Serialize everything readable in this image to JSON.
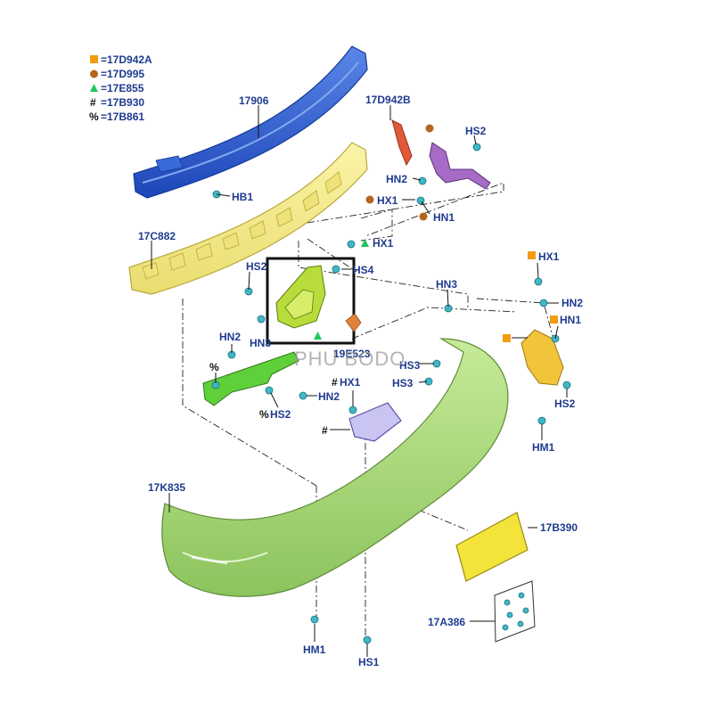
{
  "legend": [
    {
      "symbol": "square",
      "color": "#f39c12",
      "text": "=17D942A"
    },
    {
      "symbol": "circle",
      "color": "#b5651d",
      "text": "=17D995"
    },
    {
      "symbol": "triangle",
      "color": "#22c55e",
      "text": "=17E855"
    },
    {
      "symbol": "#",
      "color": "#111111",
      "text": "=17B930"
    },
    {
      "symbol": "%",
      "color": "#111111",
      "text": "=17B861"
    }
  ],
  "labels": {
    "reinforcement": "17906",
    "bracket_17d942b": "17D942B",
    "hs2_top": "HS2",
    "hb1": "HB1",
    "hn2_top": "HN2",
    "hx1_top": "HX1",
    "hn1_top": "HN1",
    "absorber": "17C882",
    "hx1_mid": "HX1",
    "hs2_mid": "HS2",
    "hs4": "HS4",
    "hn3_left": "HN3",
    "hn2_left": "HN2",
    "part_19e523": "19E523",
    "hn3_right": "HN3",
    "hs3_a": "HS3",
    "hs3_b": "HS3",
    "hx1_right": "HX1",
    "hn2_right": "HN2",
    "hn1_right": "HN1",
    "hs2_right": "HS2",
    "hm1_right": "HM1",
    "hx1_center": "HX1",
    "hn2_center": "HN2",
    "hs2_bottom": "HS2",
    "fascia": "17K835",
    "plate": "17B390",
    "fastener_kit": "17A386",
    "hm1_bottom": "HM1",
    "hs1": "HS1"
  },
  "symbols": {
    "pct_a": "%",
    "pct_b": "%",
    "hash_a": "#",
    "hash_b": "#"
  },
  "watermark": "PHU BODO",
  "colors": {
    "reinforcement": "#2f5fd0",
    "absorber": "#f3ec8a",
    "bracket_red": "#e05a3a",
    "bracket_purple": "#9b59b6",
    "bracket_yellow": "#f2c43a",
    "bracket_green": "#5fcf3a",
    "fascia": "#a8d77a",
    "plate": "#f4e33a",
    "frame": "#b9b4e8",
    "label": "#1f3b8f",
    "highlight_box": "#111111"
  }
}
